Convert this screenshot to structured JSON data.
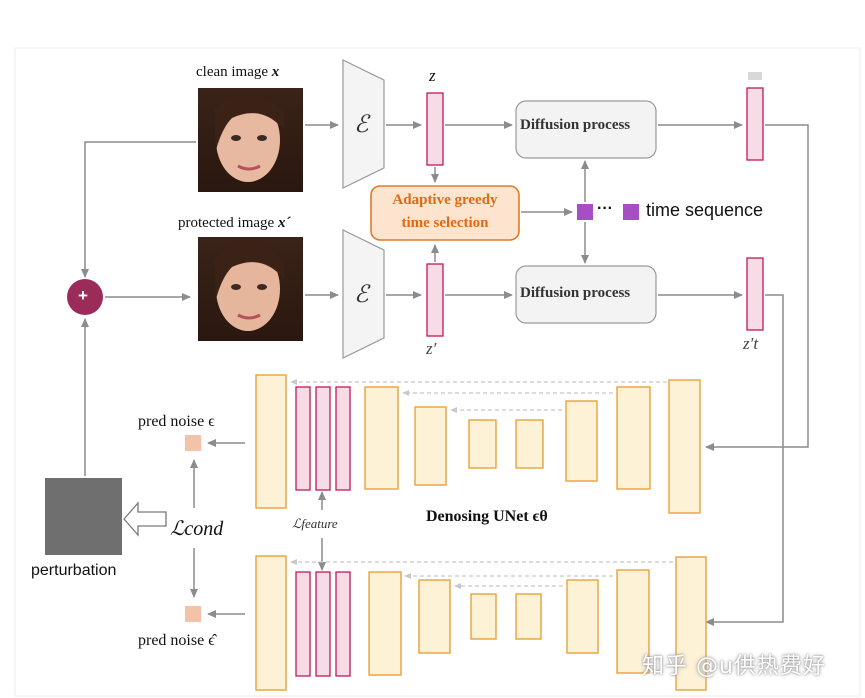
{
  "labels": {
    "clean_image": "clean image ",
    "clean_var": "x",
    "protected_image": "protected  image ",
    "protected_var": "x´",
    "encoder_symbol": "ℰ",
    "z": "z",
    "z_prime": "z′",
    "z_t_prime": "z′t",
    "diffusion_1": "Diffusion process",
    "diffusion_2": "Diffusion process",
    "adaptive_line1": "Adaptive greedy",
    "adaptive_line2": "time selection",
    "ellipsis": "···",
    "time_sequence": "time sequence",
    "plus": "+",
    "pred_noise_1": "pred noise ϵ",
    "pred_noise_2": "pred noise ϵ̂",
    "l_cond": "ℒcond",
    "l_feature": "ℒfeature",
    "unet_title": "Denosing UNet ϵθ",
    "perturbation": "perturbation",
    "watermark": "知乎 @u供热费好"
  },
  "colors": {
    "arrow": "#8c8c8c",
    "latent_fill": "#f7dce6",
    "latent_stroke": "#c2185b",
    "unet_fill": "#fdf1d6",
    "unet_stroke": "#e8a33c",
    "adaptive_fill": "#fde4cf",
    "adaptive_stroke": "#e07b2a",
    "adaptive_text": "#e06a14",
    "plus_fill": "#9b2c5a",
    "time_square": "#a64fc4",
    "perturbation": "#6f6f6f",
    "noise_square": "#f4c2a8"
  }
}
